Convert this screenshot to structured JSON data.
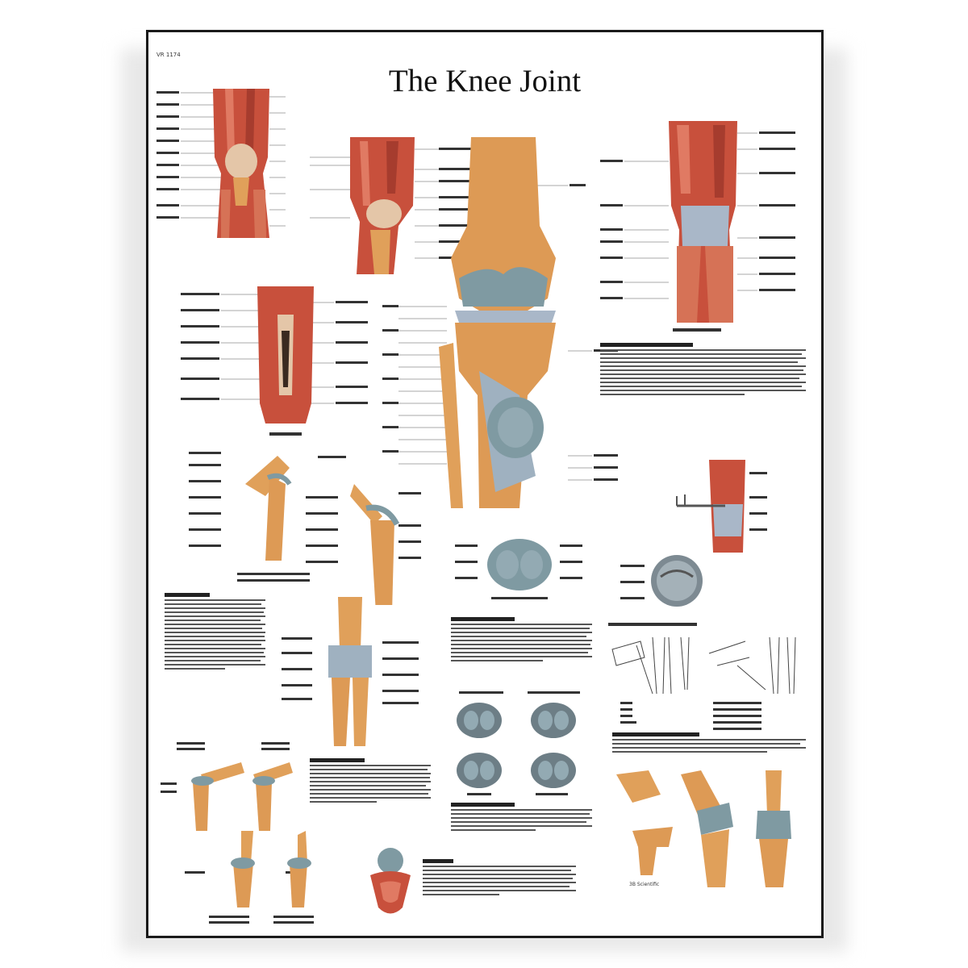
{
  "poster": {
    "title": "The Knee Joint",
    "code": "VR 1174",
    "publisher": "3B Scientific"
  },
  "colors": {
    "muscle": "#c8503c",
    "bone": "#e0a05a",
    "cartilage": "#7f9aa2",
    "ligament": "#a9b7c8",
    "text": "#222222"
  }
}
